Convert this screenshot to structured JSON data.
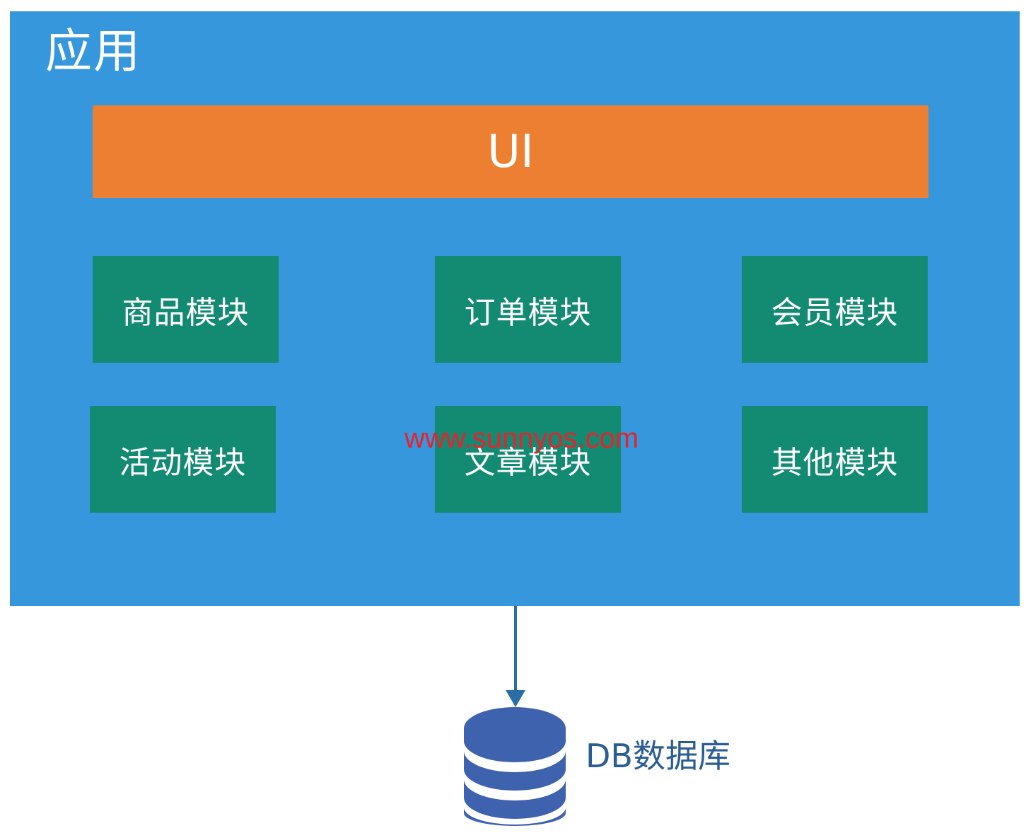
{
  "app": {
    "title": "应用"
  },
  "ui_layer": {
    "label": "UI"
  },
  "modules": [
    {
      "label": "商品模块"
    },
    {
      "label": "订单模块"
    },
    {
      "label": "会员模块"
    },
    {
      "label": "活动模块"
    },
    {
      "label": "文章模块"
    },
    {
      "label": "其他模块"
    }
  ],
  "database": {
    "label": "DB数据库"
  },
  "watermark": {
    "text": "www.sunnyos.com"
  },
  "colors": {
    "app_panel": "#3797dc",
    "ui_bar": "#ed7f32",
    "module": "#138a72",
    "database": "#3e62ad",
    "arrow": "#2a6ea5",
    "watermark": "#e8222a"
  }
}
